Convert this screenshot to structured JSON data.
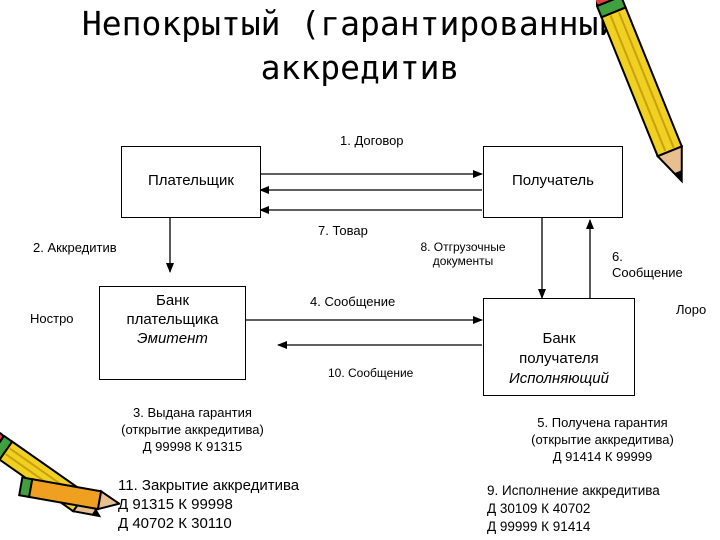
{
  "title": {
    "line1": "Непокрытый (гарантированный)",
    "line2": "аккредитив"
  },
  "boxes": {
    "payer": "Плательщик",
    "recipient": "Получатель",
    "issuer_bank": {
      "line1": "Банк",
      "line2": "плательщика",
      "line3": "Эмитент"
    },
    "executing_bank": {
      "line1": "Банк",
      "line2": "получателя",
      "line3": "Исполняющий"
    }
  },
  "labels": {
    "contract": "1. Договор",
    "letter_of_credit": "2. Аккредитив",
    "goods": "7. Товар",
    "shipping_docs": {
      "line1": "8. Отгрузочные",
      "line2": "документы"
    },
    "message6": {
      "line1": "6.",
      "line2": "Сообщение"
    },
    "nostro": "Ностро",
    "loro": "Лоро",
    "message4": "4. Сообщение",
    "message10": "10. Сообщение",
    "guarantee_issued": {
      "line1": "3. Выдана гарантия",
      "line2": "(открытие аккредитива)",
      "line3": "Д 99998 К 91315"
    },
    "guarantee_received": {
      "line1": "5. Получена гарантия",
      "line2": "(открытие аккредитива)",
      "line3": "Д 91414 К 99999"
    },
    "closing": {
      "line1": "11. Закрытие аккредитива",
      "line2": "Д 91315 К 99998",
      "line3": "Д 40702 К 30110"
    },
    "execution": {
      "line1": "9. Исполнение аккредитива",
      "line2": "Д 30109 К 40702",
      "line3": "Д 99999 К 91414"
    }
  },
  "icons": {
    "pencil_top_right": "pencil-icon",
    "pencil_bottom_left": "pencil-icon"
  },
  "colors": {
    "pencil_body": "#f0d020",
    "pencil_tip": "#e8c090",
    "pencil_eraser": "#e04040",
    "pencil_band": "#40a040",
    "line": "#000000"
  }
}
